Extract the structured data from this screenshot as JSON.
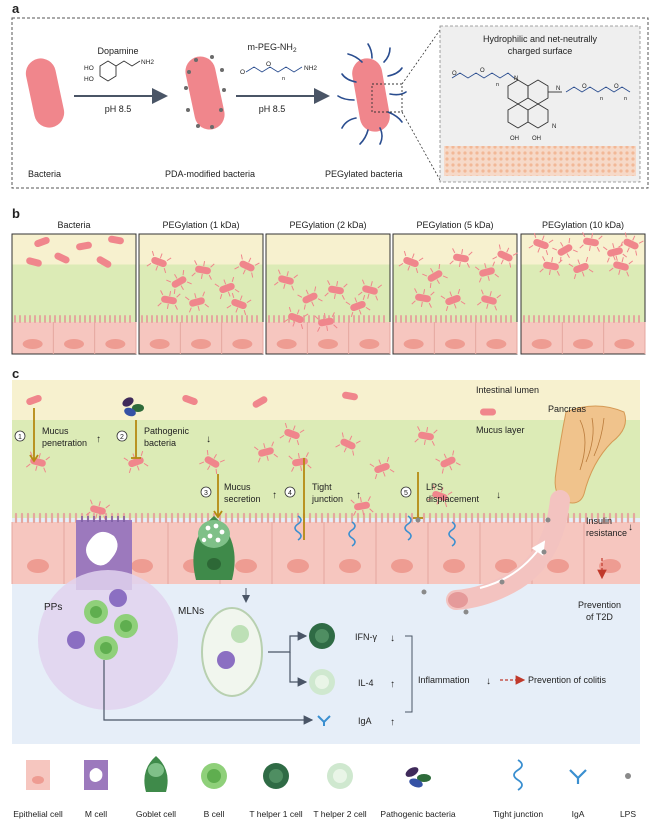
{
  "panel_a": {
    "label": "a",
    "step1_reagent": "Dopamine",
    "step1_condition": "pH 8.5",
    "step2_reagent": "m-PEG-NH",
    "step2_reagent_sub": "2",
    "step2_condition": "pH 8.5",
    "bacteria_label": "Bacteria",
    "pda_label": "PDA-modified bacteria",
    "peg_label": "PEGylated bacteria",
    "surface_title_line1": "Hydrophilic and net-neutrally",
    "surface_title_line2": "charged surface",
    "structure_atoms": [
      "HO",
      "HO",
      "NH2",
      "O",
      "O",
      "NH2",
      "N",
      "N",
      "O",
      "O",
      "OH",
      "OH",
      "N",
      "O",
      "O",
      "n",
      "n",
      "n",
      "n"
    ]
  },
  "panel_b": {
    "label": "b",
    "titles": [
      "Bacteria",
      "PEGylation (1 kDa)",
      "PEGylation (2 kDa)",
      "PEGylation (5 kDa)",
      "PEGylation (10 kDa)"
    ]
  },
  "panel_c": {
    "label": "c",
    "intestinal_lumen": "Intestinal lumen",
    "mucus_layer": "Mucus layer",
    "pancreas": "Pancreas",
    "steps": [
      {
        "num": "1",
        "line1": "Mucus",
        "line2": "penetration",
        "arrow": "↑"
      },
      {
        "num": "2",
        "line1": "Pathogenic",
        "line2": "bacteria",
        "arrow": "↓"
      },
      {
        "num": "3",
        "line1": "Mucus",
        "line2": "secretion",
        "arrow": "↑"
      },
      {
        "num": "4",
        "line1": "Tight",
        "line2": "junction",
        "arrow": "↑"
      },
      {
        "num": "5",
        "line1": "LPS",
        "line2": "displacement",
        "arrow": "↓"
      }
    ],
    "insulin_line1": "Insulin",
    "insulin_line2": "resistance",
    "insulin_arrow": "↓",
    "prevention_t2d_line1": "Prevention",
    "prevention_t2d_line2": "of T2D",
    "pps": "PPs",
    "mlns": "MLNs",
    "ifn": "IFN-γ",
    "ifn_arrow": "↓",
    "il4": "IL-4",
    "il4_arrow": "↑",
    "iga": "IgA",
    "iga_arrow": "↑",
    "inflammation": "Inflammation",
    "inflammation_arrow": "↓",
    "prevention_colitis": "Prevention of colitis"
  },
  "legend": [
    "Epithelial cell",
    "M cell",
    "Goblet cell",
    "B cell",
    "T helper 1 cell",
    "T helper 2 cell",
    "Pathogenic bacteria",
    "Tight junction",
    "IgA",
    "LPS"
  ],
  "colors": {
    "bacteria": "#f0868c",
    "lumen": "#f7f1cf",
    "mucus": "#dcebb6",
    "epithelium": "#f6c6bf",
    "goblet": "#3f8a4a",
    "m_cell": "#9c79bd",
    "peg_chain": "#2a4d8f",
    "arrow_gold": "#b58a12",
    "immune_bg": "#e6eef8"
  }
}
